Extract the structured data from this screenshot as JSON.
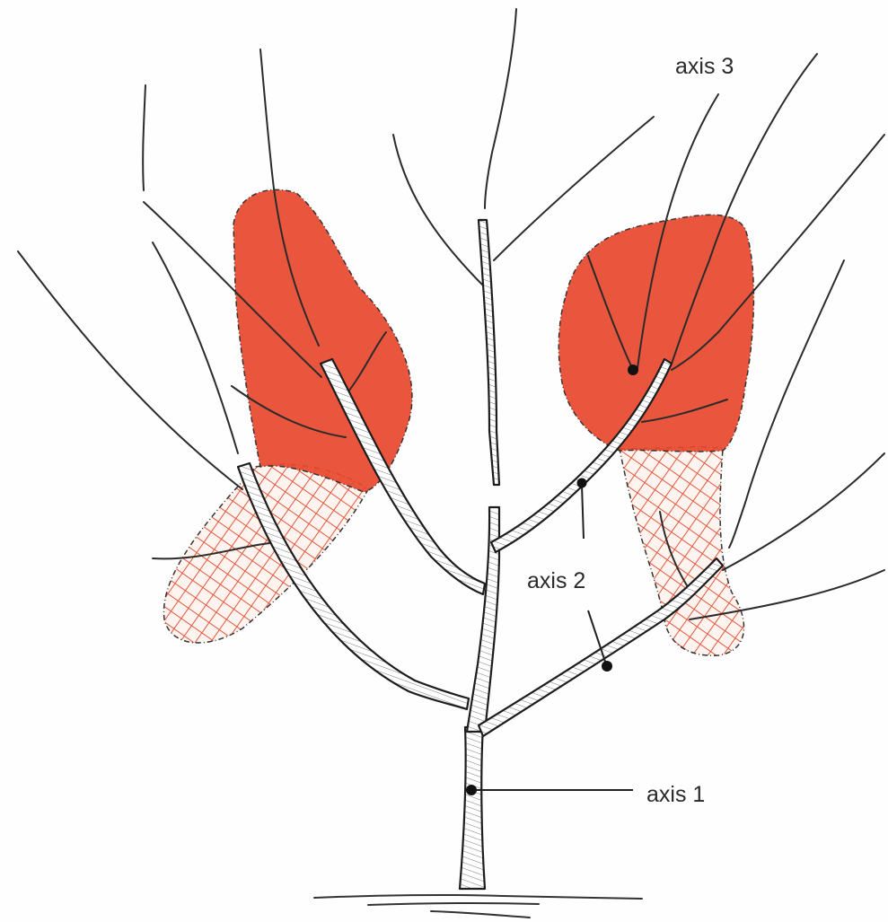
{
  "labels": {
    "axis_1": "axis 1",
    "axis_2": "axis 2",
    "axis_3": "axis 3"
  },
  "colors": {
    "fruiting_zone": "#e8482c",
    "hatched_zone": "#e4573b",
    "wood_outline": "#1d1d1d",
    "thin_shoot": "#2b2b2b"
  }
}
